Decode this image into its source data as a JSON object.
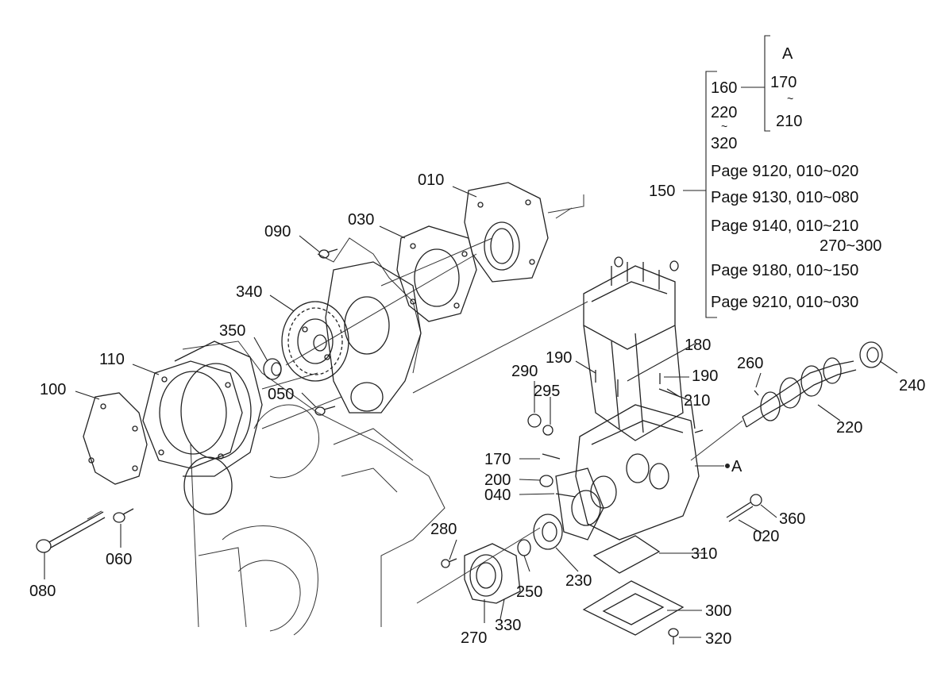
{
  "callouts": {
    "p010": "010",
    "p020": "020",
    "p030": "030",
    "p040": "040",
    "p050": "050",
    "p060": "060",
    "p080": "080",
    "p090": "090",
    "p100": "100",
    "p110": "110",
    "p150": "150",
    "p170": "170",
    "p180": "180",
    "p190a": "190",
    "p190b": "190",
    "p200": "200",
    "p210": "210",
    "p220": "220",
    "p230": "230",
    "p240": "240",
    "p250": "250",
    "p260": "260",
    "p270": "270",
    "p280": "280",
    "p290": "290",
    "p295": "295",
    "p300": "300",
    "p310": "310",
    "p320": "320",
    "p330": "330",
    "p340": "340",
    "p350": "350",
    "p360": "360",
    "refA": "A"
  },
  "bracket": {
    "a_label": "A",
    "a_range_start": "170",
    "a_range_tilde": "~",
    "a_range_end": "210",
    "item160": "160",
    "item220": "220",
    "tilde": "~",
    "item320": "320",
    "page_refs": [
      "Page 9120, 010~020",
      "Page 9130, 010~080",
      "Page 9140, 010~210",
      "270~300",
      "Page 9180, 010~150",
      "Page 9210, 010~030"
    ]
  }
}
